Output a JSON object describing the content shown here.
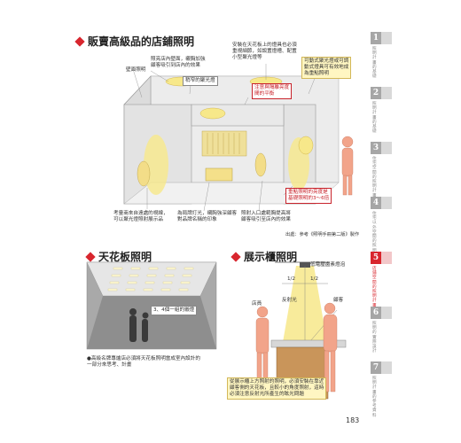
{
  "sections": {
    "store": {
      "title": "販賣高級品的店鋪照明"
    },
    "ceiling": {
      "title": "天花板照明"
    },
    "display": {
      "title": "展示櫃照明"
    }
  },
  "store_notes": {
    "n1": "照亮店內壁面，襯胸加強\n顧客吸引到店內的效果",
    "n2": "安裝在天花板上的燈具也必須\n重視細節，如設置燈槽、配置\n小型聚光燈等",
    "n3": "壁面照明",
    "n4": "稍窄的聚光燈",
    "n5": "注意與隔離亮度\n間的平衡",
    "n6": "可動式聚光燈或可調\n動式燈具可有效地成\n為重點照明",
    "n7": "重點照明的亮度是\n基礎照明的3～6倍",
    "n8": "考量商來自遠處的視線，\n可以聚光燈照射展示品",
    "n9": "為局牌打光，襯胸強深顧客\n對品牌名稱的印象",
    "n10": "照射入口處範胸提高將\n顧客吸引至店內的效果",
    "source": "出處：參考《照明手冊第二版》製作"
  },
  "ceiling_notes": {
    "n1": "3、4個一組的嵌燈",
    "caption": "●高級名牌專爐店必須將天花板照明當成室內設計的\n一部分來思考、計畫"
  },
  "display_notes": {
    "n1": "低電壓鹵素燈泡",
    "n2": "1/2",
    "n3": "1/2",
    "n4": "反射光",
    "n5": "店員",
    "n6": "顧客",
    "caption": "從展示櫃上方照射的照明，必須安裝在靠近\n顧客側的天花板，且較小的角度照射，這時\n必須注意反射光所產生的眩光問題"
  },
  "tabs": [
    {
      "num": "1",
      "label": "照明計畫的基礎"
    },
    {
      "num": "2",
      "label": "照明計畫的基礎"
    },
    {
      "num": "3",
      "label": "住宅空間的照明計畫"
    },
    {
      "num": "4",
      "label": "住宅以外空間的照明計畫"
    },
    {
      "num": "5",
      "label": "店鋪空間的照明計畫"
    },
    {
      "num": "6",
      "label": "照明的實際設計"
    },
    {
      "num": "7",
      "label": "照明計畫的參考資料"
    }
  ],
  "page_number": "183",
  "colors": {
    "accent": "#d8262e",
    "glow": "#f7e88a",
    "wall": "#ececec",
    "wood": "#c9955a",
    "skin": "#f2a48a"
  }
}
